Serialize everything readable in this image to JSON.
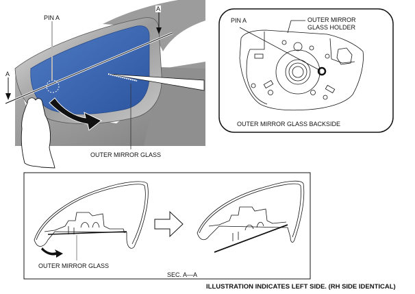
{
  "diagram": {
    "type": "service-manual-illustration",
    "subject": "Outer mirror glass removal",
    "labels": {
      "pin_a_main": "PIN A",
      "section_marker_top": "A",
      "section_marker_left": "A",
      "outer_mirror_glass_main": "OUTER MIRROR GLASS",
      "pin_a_detail": "PIN A",
      "holder_line1": "OUTER MIRROR",
      "holder_line2": "GLASS HOLDER",
      "detail_caption": "OUTER MIRROR GLASS BACKSIDE",
      "section_glass_label": "OUTER MIRROR GLASS",
      "section_caption": "SEC. A—A",
      "footnote": "ILLUSTRATION INDICATES LEFT SIDE. (RH SIDE IDENTICAL)"
    },
    "colors": {
      "mirror_glass": "#3a64ad",
      "housing_gray": "#8a8a8a",
      "background_gray": "#9c9c9c",
      "line": "#111111"
    }
  }
}
